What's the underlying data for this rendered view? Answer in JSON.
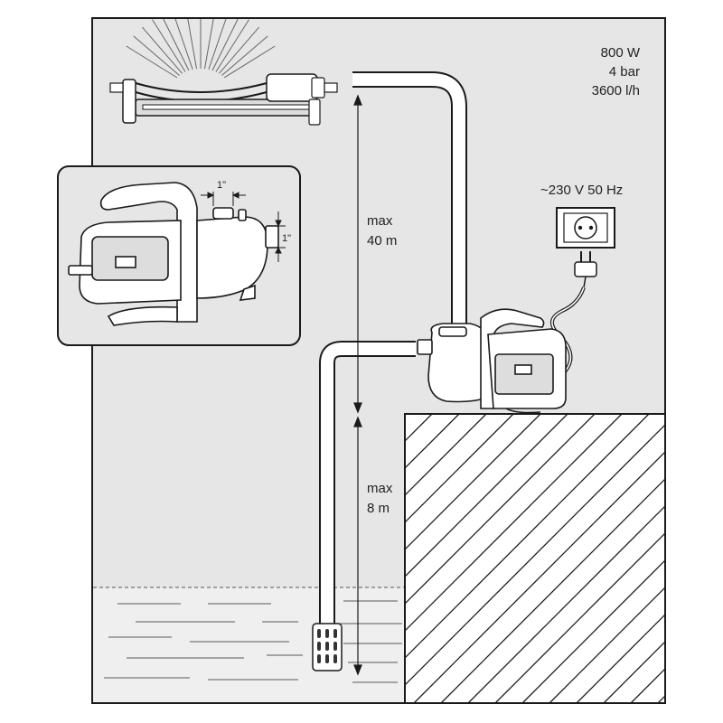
{
  "specs": {
    "power": "800 W",
    "pressure": "4 bar",
    "flow": "3600 l/h"
  },
  "supply": {
    "voltage": "~230 V  50 Hz"
  },
  "dimensions": {
    "delivery_max_label": "max",
    "delivery_max_value": "40 m",
    "suction_max_label": "max",
    "suction_max_value": "8 m"
  },
  "inset": {
    "outlet_size": "1\"",
    "inlet_size": "1\""
  },
  "icons": [
    "sprinkler-icon",
    "pump-icon",
    "wall-socket-icon",
    "plug-icon",
    "suction-filter-icon"
  ],
  "colors": {
    "background": "#e6e6e6",
    "line": "#1a1a1a",
    "water": "#eeeeee"
  }
}
